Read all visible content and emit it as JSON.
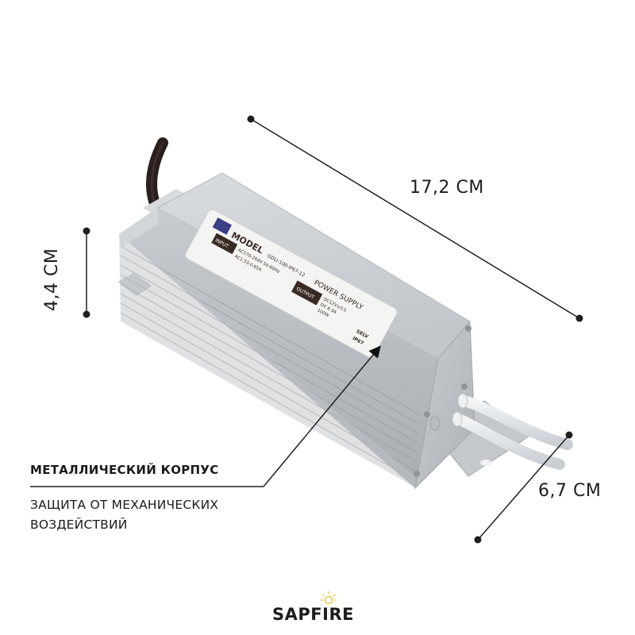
{
  "dimensions": {
    "length": {
      "label": "17,2 CM"
    },
    "height": {
      "label": "4,4 CM"
    },
    "width": {
      "label": "6,7 CM"
    }
  },
  "callout": {
    "title": "МЕТАЛЛИЧЕСКИЙ КОРПУС",
    "description_line1": "ЗАЩИТА ОТ МЕХАНИЧЕСКИХ",
    "description_line2": "ВОЗДЕЙСТВИЙ"
  },
  "product_label": {
    "model": "MODEL",
    "model_number": "GDLI-100-IP67-12",
    "title": "POWER SUPPLY",
    "input_badge": "INPUT",
    "input_line1": "AC170-264V 50-60Hz",
    "input_line2": "AC1.53-0.65A",
    "output_badge": "OUTPUT",
    "output_line1": "DC12V±0.5",
    "output_line2": "DC 8.3A",
    "output_line3": "100W",
    "selv": "SELV",
    "ip": "IP67"
  },
  "brand": {
    "name_part1": "SAPF",
    "name_i": "I",
    "name_part2": "RE",
    "bulb_color": "#f2c94c"
  },
  "colors": {
    "text": "#1c1c1c",
    "line": "#1f1f1f",
    "housing_light": "#d4d7da",
    "housing_mid": "#b9bdc1",
    "housing_dark": "#9ea3a8",
    "label_bg": "#f4f4f2",
    "badge_bg": "#3a2a24",
    "cable_black": "#2b1f1c",
    "cable_white": "#e6e9ec"
  }
}
